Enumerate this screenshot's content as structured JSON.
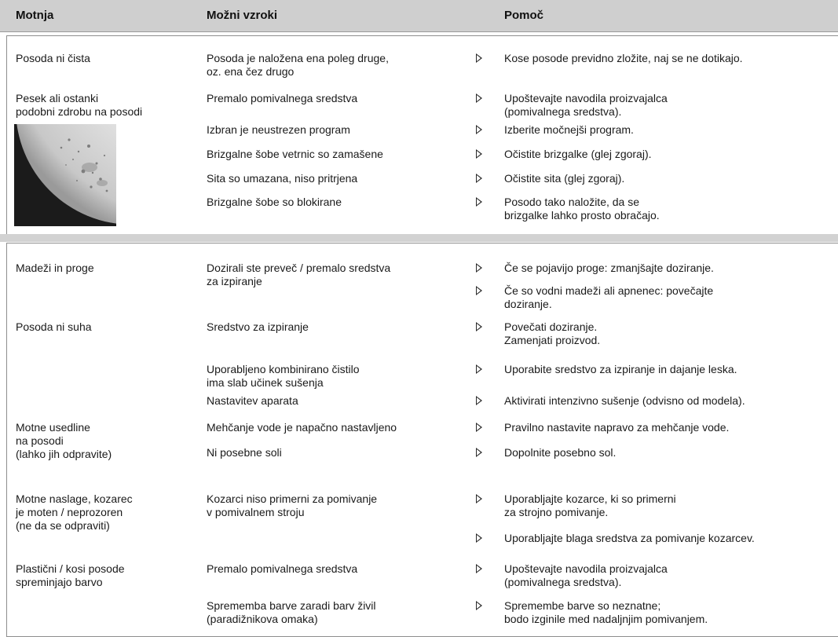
{
  "header": {
    "col1": "Motnja",
    "col2": "Možni vzroki",
    "col3": "Pomoč"
  },
  "sec1": {
    "p1": "Posoda ni čista",
    "c1": "Posoda je naložena ena poleg druge,\noz. ena čez drugo",
    "h1": "Kose posode previdno zložite, naj se ne dotikajo.",
    "p2": "Pesek ali ostanki\npodobni zdrobu na posodi",
    "c2": "Premalo pomivalnega sredstva",
    "h2": "Upoštevajte navodila proizvajalca\n(pomivalnega sredstva).",
    "c3": "Izbran je neustrezen program",
    "h3": "Izberite močnejši program.",
    "c4": "Brizgalne šobe vetrnic so zamašene",
    "h4": "Očistite brizgalke (glej zgoraj).",
    "c5": "Sita so umazana, niso pritrjena",
    "h5": "Očistite sita (glej zgoraj).",
    "c6": "Brizgalne šobe so blokirane",
    "h6": "Posodo tako naložite, da se\nbrizgalke lahko prosto obračajo."
  },
  "sec2": {
    "p1": "Madeži in proge",
    "c1": "Dozirali ste preveč / premalo sredstva\nza izpiranje",
    "h1": "Če se pojavijo proge: zmanjšajte doziranje.",
    "h2": "Če so vodni madeži ali apnenec: povečajte\ndoziranje.",
    "p2": "Posoda ni suha",
    "c2": "Sredstvo za izpiranje",
    "h3": "Povečati doziranje.\nZamenjati proizvod.",
    "c3": "Uporabljeno kombinirano čistilo\nima slab učinek sušenja",
    "h4": "Uporabite sredstvo za izpiranje in dajanje leska.",
    "c4": "Nastavitev aparata",
    "h5": "Aktivirati intenzivno sušenje (odvisno od modela).",
    "p3": "Motne usedline\nna posodi\n(lahko jih odpravite)",
    "c5": "Mehčanje vode je napačno nastavljeno",
    "h6": "Pravilno nastavite napravo za mehčanje vode.",
    "c6": "Ni posebne soli",
    "h7": "Dopolnite posebno sol.",
    "p4": "Motne naslage, kozarec\nje moten / neprozoren\n(ne da se odpraviti)",
    "c7": "Kozarci niso primerni za pomivanje\nv pomivalnem stroju",
    "h8": "Uporabljajte kozarce, ki so primerni\nza strojno pomivanje.",
    "h9": "Uporabljajte blaga sredstva za pomivanje kozarcev.",
    "p5": "Plastični / kosi posode\nspreminjajo barvo",
    "c8": "Premalo pomivalnega sredstva",
    "h10": "Upoštevajte navodila proizvajalca\n(pomivalnega sredstva).",
    "c9": "Sprememba barve zaradi barv živil\n(paradižnikova omaka)",
    "h11": "Spremembe barve so neznatne;\nbodo izginile med nadaljnjim pomivanjem."
  },
  "colors": {
    "header_bg": "#cfcfcf",
    "border": "#8e8e8e",
    "text": "#1a1a1a"
  }
}
